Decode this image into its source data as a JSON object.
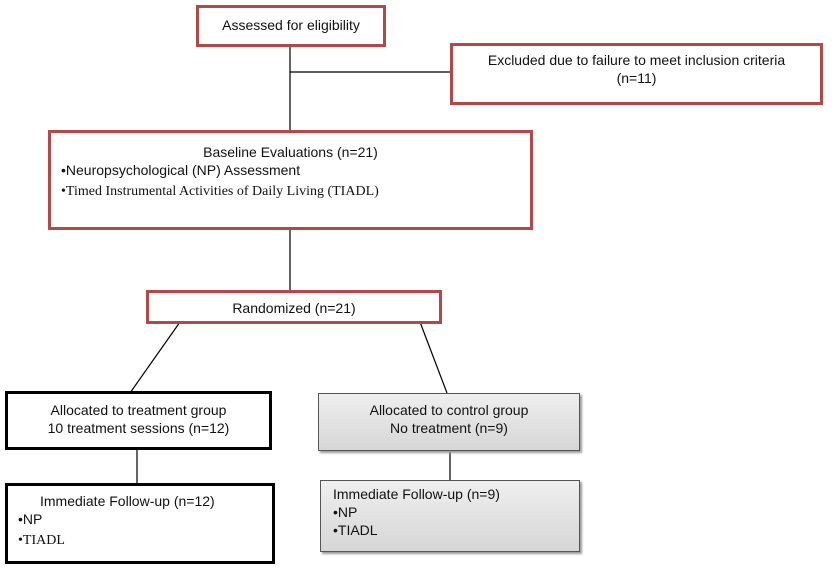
{
  "assessed": {
    "label": "Assessed for eligibility"
  },
  "excluded": {
    "line1": "Excluded due to failure to meet inclusion criteria",
    "line2": "(n=11)"
  },
  "baseline": {
    "title": "Baseline Evaluations (n=21)",
    "item1": "•Neuropsychological (NP) Assessment",
    "item2": "•Timed Instrumental Activities of Daily Living (TIADL)"
  },
  "randomized": {
    "label": "Randomized (n=21)"
  },
  "treatment": {
    "line1": "Allocated to treatment group",
    "line2": "10 treatment sessions (n=12)"
  },
  "control": {
    "line1": "Allocated to control group",
    "line2": "No treatment (n=9)"
  },
  "followup_treatment": {
    "title": "Immediate Follow-up (n=12)",
    "item1": "•NP",
    "item2": "•TIADL"
  },
  "followup_control": {
    "title": "Immediate Follow-up (n=9)",
    "item1": "•NP",
    "item2": "•TIADL"
  },
  "colors": {
    "box_border_red": "#b34848",
    "box_border_black": "#000000",
    "gray_fill": "#e2e2e2",
    "connector": "#000000"
  }
}
